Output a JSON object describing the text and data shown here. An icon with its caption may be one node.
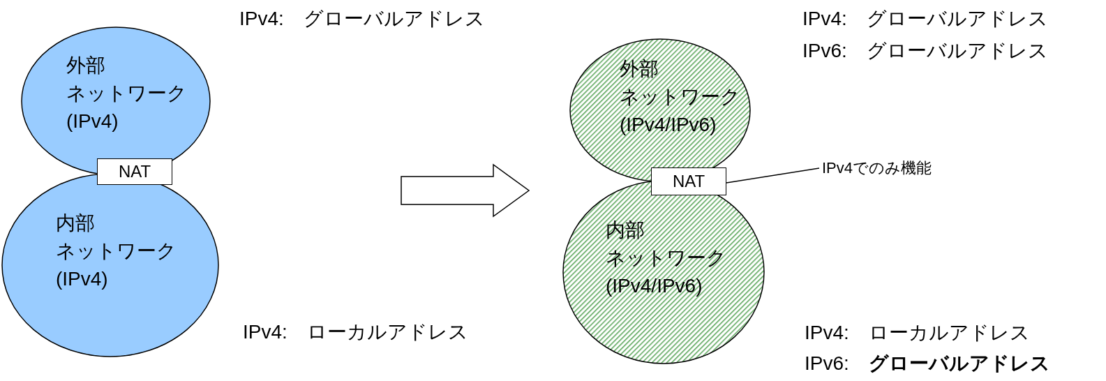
{
  "diagram": {
    "nodes": [
      {
        "text": [
          "外部",
          "ネットワーク",
          "(IPv4)"
        ]
      },
      {
        "text": [
          "NAT"
        ]
      },
      {
        "text": [
          "内部",
          "ネットワーク",
          "(IPv4)"
        ]
      },
      {
        "text": [
          "外部",
          "ネットワーク",
          "(IPv4/IPv6)"
        ]
      },
      {
        "text": [
          "NAT"
        ]
      },
      {
        "text": [
          "内部",
          "ネットワーク",
          "(IPv4/IPv6)"
        ]
      },
      {
        "text": [
          "IPv4でのみ機能"
        ]
      }
    ],
    "edges": [
      {
        "from": 6,
        "to": 4,
        "arrow": "none"
      }
    ],
    "labels": [
      "IPv4:　グローバルアドレス",
      "IPv4:　ローカルアドレス",
      "IPv4:　グローバルアドレス",
      "IPv6:　グローバルアドレス",
      "IPv4:　ローカルアドレス",
      "IPv6:　**グローバルアドレス**"
    ]
  }
}
